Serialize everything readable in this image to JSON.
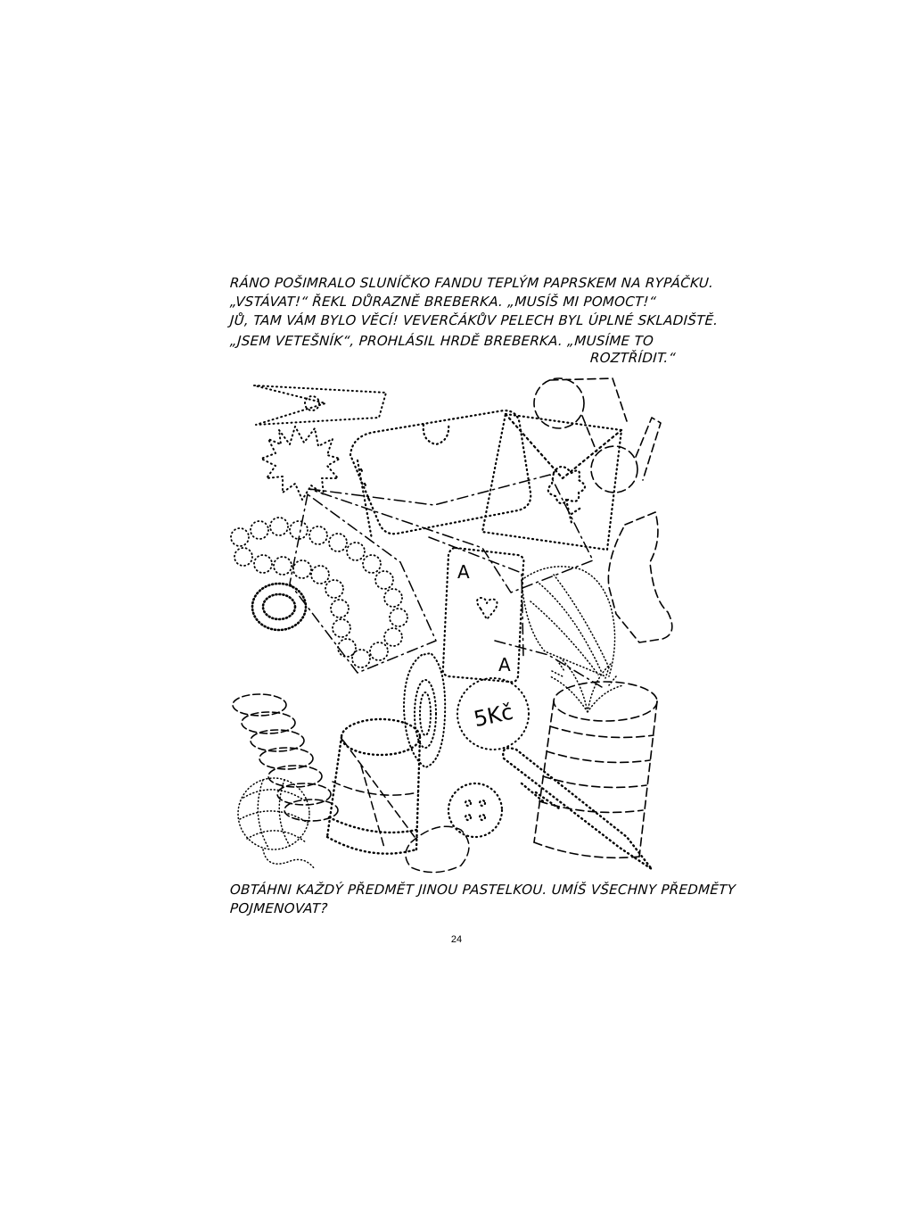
{
  "story": {
    "line1": "RÁNO POŠIMRALO SLUNÍČKO FANDU TEPLÝM PAPRSKEM NA RYPÁČKU.",
    "line2": "„VSTÁVAT!“ ŘEKL DŮRAZNĚ BREBERKA. „MUSÍŠ MI POMOCT!“",
    "line3": "JŮ, TAM VÁM BYLO VĚCÍ! VEVERČÁKŮV PELECH BYL ÚPLNÉ SKLADIŠTĚ.",
    "line4": "„JSEM VETEŠNÍK“, PROHLÁSIL HRDĚ BREBERKA. „MUSÍME TO",
    "line5": "ROZTŘÍDIT.“"
  },
  "drawing": {
    "card_rank": "A",
    "coin_value": "5Kč"
  },
  "task": {
    "line1": "OBTÁHNI KAŽDÝ PŘEDMĚT JINOU PASTELKOU. UMÍŠ VŠECHNY PŘEDMĚTY",
    "line2": "POJMENOVAT?"
  },
  "page_number": "24"
}
